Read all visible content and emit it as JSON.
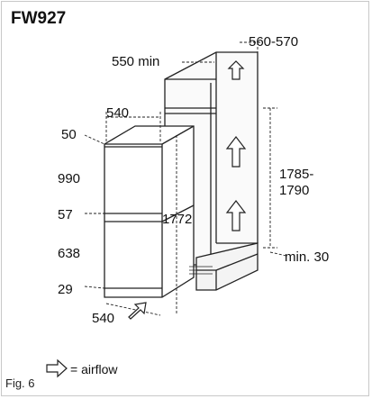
{
  "model": "FW927",
  "figure": "Fig. 6",
  "legend": {
    "label": "= airflow",
    "icon": "airflow-arrow-icon"
  },
  "dims": {
    "niche_depth_min": "550 min",
    "niche_width": "560-570",
    "appliance_depth_top": "540",
    "top_margin": "50",
    "upper_door": "990",
    "gap": "57",
    "appliance_height": "1772",
    "niche_height_a": "1785-",
    "niche_height_b": "1790",
    "lower_door": "638",
    "bottom_margin": "29",
    "vent_min": "min. 30",
    "appliance_width_bottom": "540"
  }
}
